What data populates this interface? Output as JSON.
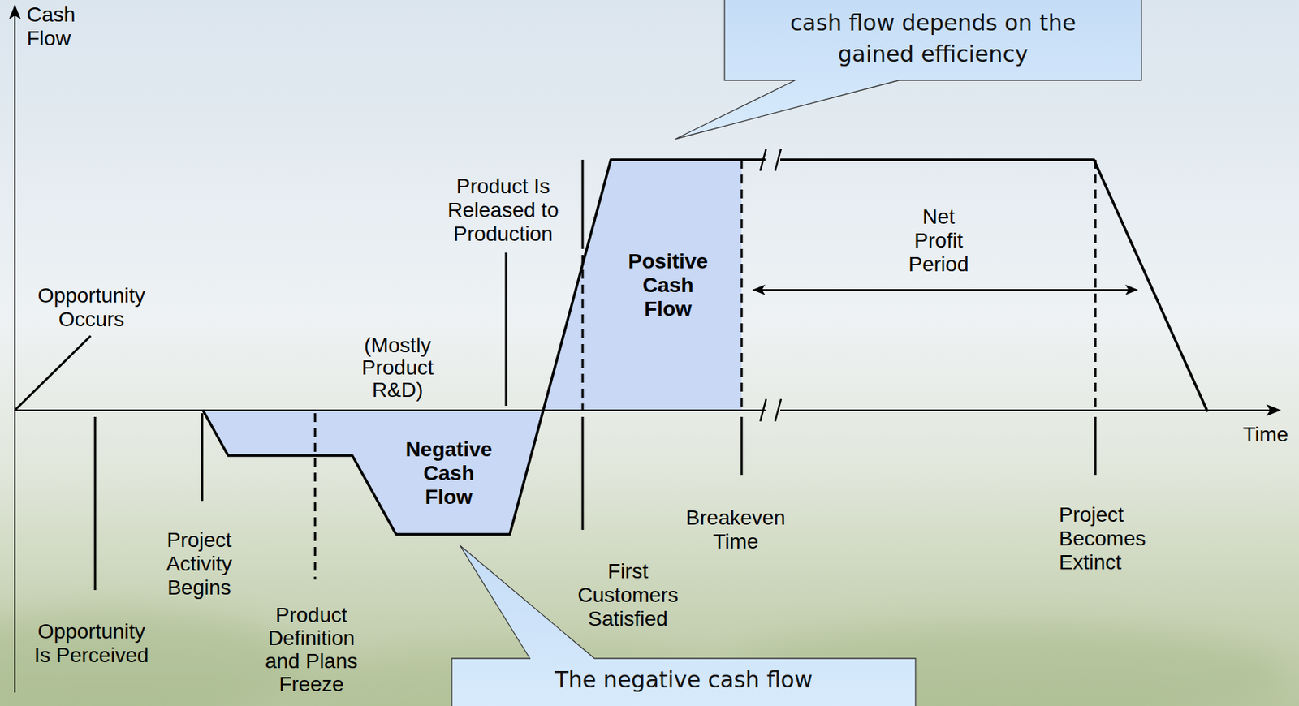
{
  "diagram": {
    "nodes": [
      {
        "text": [
          "cash flow depends on the gained efficiency"
        ]
      },
      {
        "text": [
          "Negative Cash Flow"
        ]
      },
      {
        "text": [
          "Positive Cash Flow"
        ]
      },
      {
        "text": [
          "The negative cash flow"
        ]
      }
    ],
    "labels": [
      "Cash Flow",
      "Time",
      "Opportunity Occurs",
      "Opportunity Is Perceived",
      "Project Activity Begins",
      "Product Definition and Plans Freeze",
      "(Mostly Product R&D)",
      "Product Is Released to Production",
      "First Customers Satisfied",
      "Breakeven Time",
      "Net Profit Period",
      "Project Becomes Extinct"
    ]
  }
}
